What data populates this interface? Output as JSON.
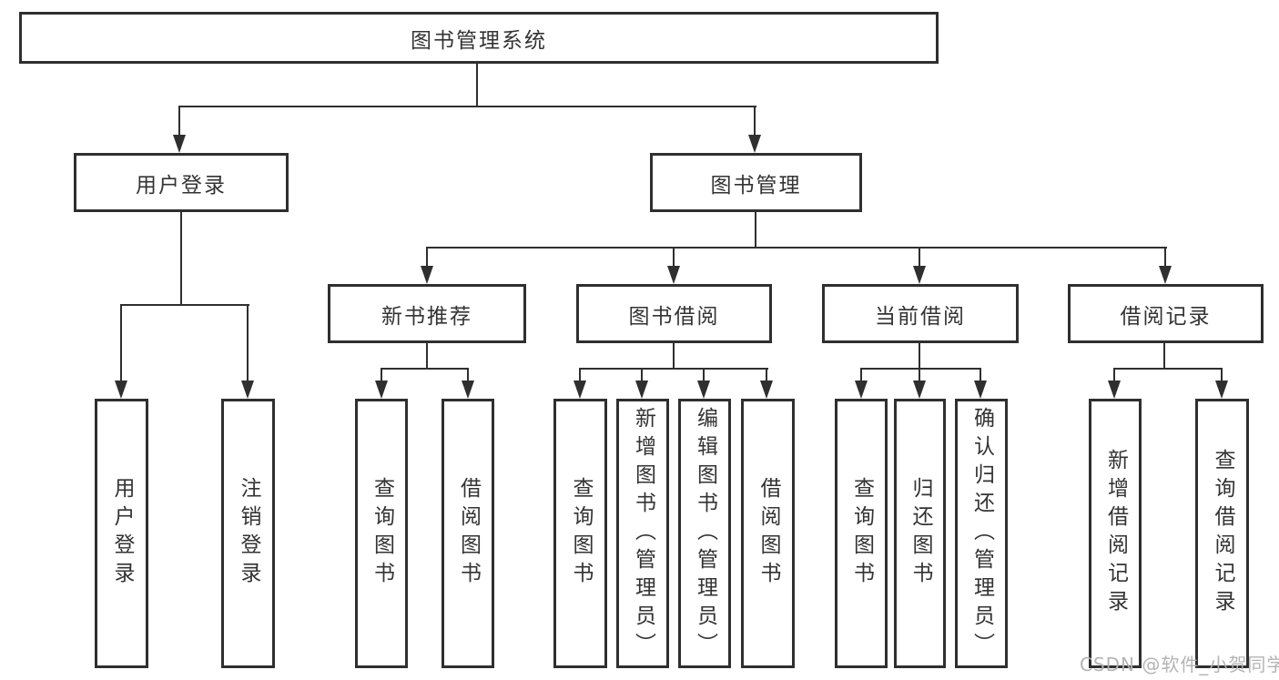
{
  "diagram": {
    "type": "functional-structure-tree",
    "colors": {
      "line": "#2f2f2f",
      "border": "#2f2f2f",
      "text": "#333333",
      "background": "#ffffff",
      "watermark": "#b0b0b0"
    },
    "nodes": {
      "root": "图书管理系统",
      "user_login": "用户登录",
      "book_management": "图书管理",
      "new_book_recommend": "新书推荐",
      "book_borrow": "图书借阅",
      "current_borrow": "当前借阅",
      "borrow_records": "借阅记录",
      "ul_user_login": "用户登录",
      "ul_logout": "注销登录",
      "nbr_query_books": "查询图书",
      "nbr_borrow_books": "借阅图书",
      "bb_query_books": "查询图书",
      "bb_add_books": "新增图书（管理员）",
      "bb_edit_books": "编辑图书（管理员）",
      "bb_borrow_books": "借阅图书",
      "cb_query_books": "查询图书",
      "cb_return_books": "归还图书",
      "cb_confirm_return": "确认归还（管理员）",
      "br_add_record": "新增借阅记录",
      "br_query_record": "查询借阅记录"
    },
    "hierarchy": {
      "root": [
        "user_login",
        "book_management"
      ],
      "user_login": [
        "ul_user_login",
        "ul_logout"
      ],
      "book_management": [
        "new_book_recommend",
        "book_borrow",
        "current_borrow",
        "borrow_records"
      ],
      "new_book_recommend": [
        "nbr_query_books",
        "nbr_borrow_books"
      ],
      "book_borrow": [
        "bb_query_books",
        "bb_add_books",
        "bb_edit_books",
        "bb_borrow_books"
      ],
      "current_borrow": [
        "cb_query_books",
        "cb_return_books",
        "cb_confirm_return"
      ],
      "borrow_records": [
        "br_add_record",
        "br_query_record"
      ]
    },
    "watermark": "CSDN @软件_小贺同学"
  }
}
